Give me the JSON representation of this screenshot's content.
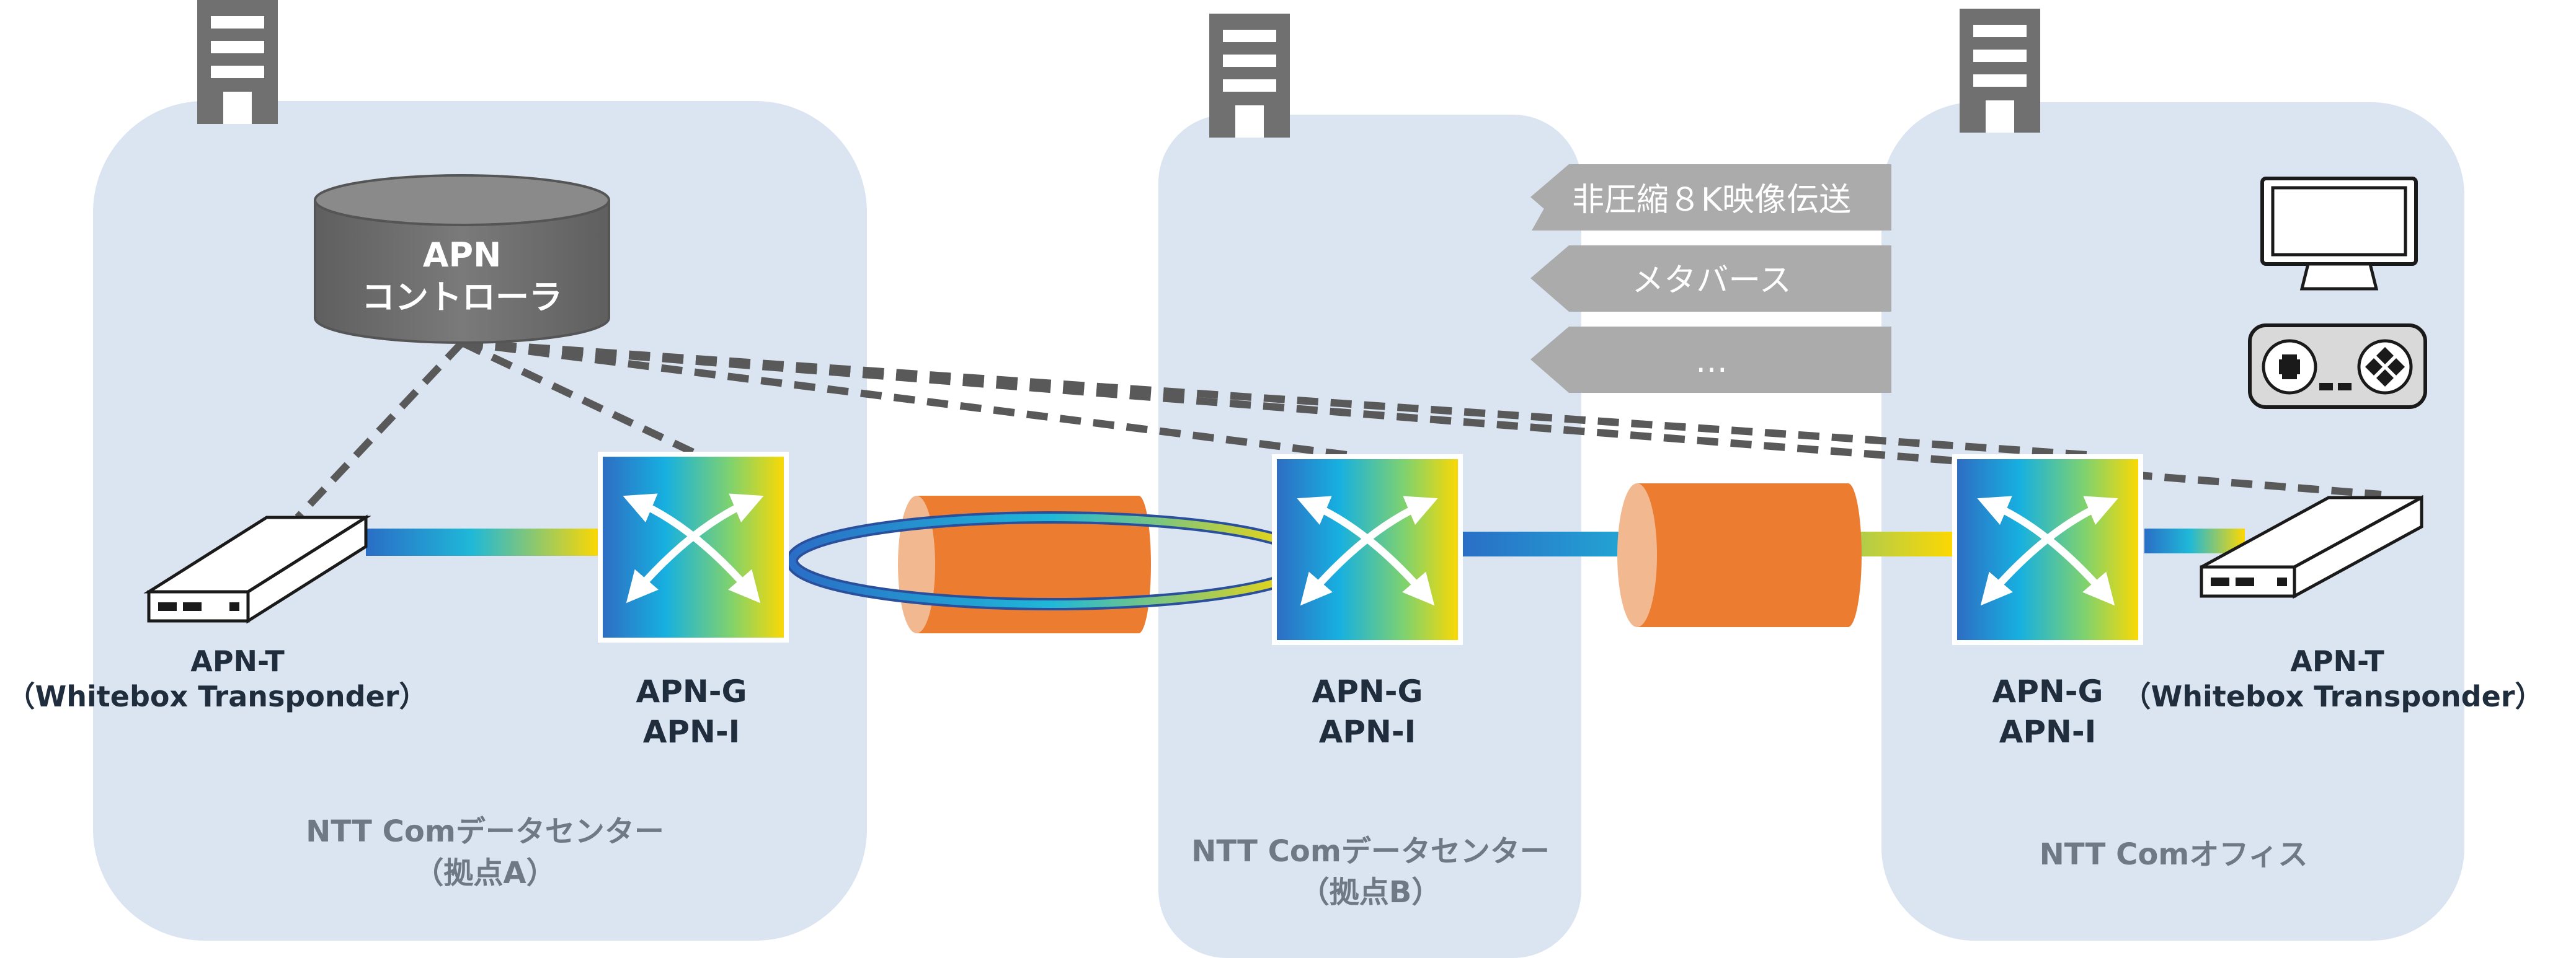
{
  "controller": {
    "line1": "APN",
    "line2": "コントローラ"
  },
  "sites": {
    "a": {
      "name": "NTT Comデータセンター",
      "sub": "（拠点A）"
    },
    "b": {
      "name": "NTT Comデータセンター",
      "sub": "（拠点B）"
    },
    "c": {
      "name": "NTT Comオフィス"
    }
  },
  "left_transponder": {
    "line1": "APN-T",
    "line2": "（Whitebox Transponder）"
  },
  "right_transponder": {
    "line1": "APN-T",
    "line2": "（Whitebox Transponder）"
  },
  "switch_a": {
    "line1": "APN-G",
    "line2": "APN-I"
  },
  "switch_b": {
    "line1": "APN-G",
    "line2": "APN-I"
  },
  "switch_c": {
    "line1": "APN-G",
    "line2": "APN-I"
  },
  "services": [
    {
      "label": "非圧縮８K映像伝送"
    },
    {
      "label": "メタバース"
    },
    {
      "label": "…"
    }
  ],
  "icons": {
    "building": "building-icon",
    "monitor": "monitor-icon",
    "gamepad": "gamepad-icon",
    "database": "database-icon",
    "switch": "switch-arrows-icon",
    "transponder": "transponder-box-icon",
    "fiber": "fiber-cable-icon"
  },
  "colors": {
    "site_bg": "#dbe4f1",
    "building": "#707070",
    "controller": "#6f6f6f",
    "cable": "#ec7c30",
    "cable_end": "#f2b890",
    "service_tag": "#ababab",
    "dashed": "#595959",
    "gradient_start": "#2a6ec6",
    "gradient_mid": "#1fb8d8",
    "gradient_end": "#ffd800"
  }
}
